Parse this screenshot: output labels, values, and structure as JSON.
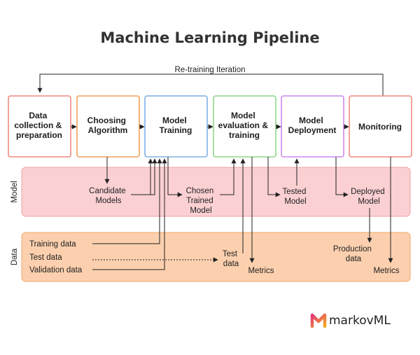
{
  "title": "Machine Learning Pipeline",
  "retraining_label": "Re-training Iteration",
  "stages": [
    {
      "lines": [
        "Data",
        "collection &",
        "preparation"
      ],
      "color": "#f08a80"
    },
    {
      "lines": [
        "Choosing",
        "Algorithm"
      ],
      "color": "#f0a25c"
    },
    {
      "lines": [
        "Model",
        "Training"
      ],
      "color": "#7fb0e6"
    },
    {
      "lines": [
        "Model",
        "evaluation &",
        "training"
      ],
      "color": "#8fd68a"
    },
    {
      "lines": [
        "Model",
        "Deployment"
      ],
      "color": "#cc88ee"
    },
    {
      "lines": [
        "Monitoring"
      ],
      "color": "#f08a80"
    }
  ],
  "lanes": {
    "model": {
      "label": "Model",
      "fill": "#fbd0d3",
      "stroke": "#f0a0a8"
    },
    "data": {
      "label": "Data",
      "fill": "#fcd0ae",
      "stroke": "#f0a868"
    }
  },
  "model_artifacts": [
    {
      "lines": [
        "Candidate",
        "Models"
      ]
    },
    {
      "lines": [
        "Chosen",
        "Trained",
        "Model"
      ]
    },
    {
      "lines": [
        "Tested",
        "Model"
      ]
    },
    {
      "lines": [
        "Deployed",
        "Model"
      ]
    }
  ],
  "data_artifacts": {
    "training": "Training data",
    "test": "Test data",
    "validation": "Validation data",
    "test_data": [
      "Test",
      "data"
    ],
    "metrics_eval": "Metrics",
    "production": [
      "Production",
      "data"
    ],
    "metrics_monitor": "Metrics"
  },
  "logo": {
    "text": "markovML",
    "colors": [
      "#e23a75",
      "#f5a623"
    ]
  }
}
